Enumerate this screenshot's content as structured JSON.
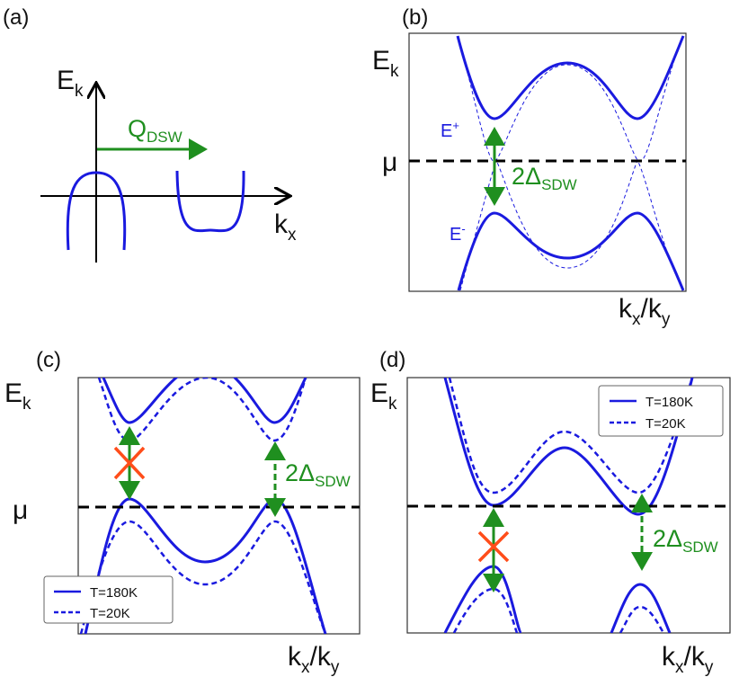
{
  "panels": {
    "a": {
      "label": "(a)",
      "y_axis": "E",
      "y_axis_sub": "k",
      "x_axis": "k",
      "x_axis_sub": "x",
      "vector": "Q",
      "vector_sub": "DSW"
    },
    "b": {
      "label": "(b)",
      "y_axis": "E",
      "y_axis_sub": "k",
      "chem_potential": "μ",
      "upper_band": "E",
      "upper_band_sup": "+",
      "lower_band": "E",
      "lower_band_sup": "-",
      "gap_label": "2Δ",
      "gap_sub": "SDW",
      "x_axis": "k",
      "x_axis_sub1": "x",
      "x_axis_sep": "/k",
      "x_axis_sub2": "y"
    },
    "c": {
      "label": "(c)",
      "y_axis": "E",
      "y_axis_sub": "k",
      "chem_potential": "μ",
      "gap_label": "2Δ",
      "gap_sub": "SDW",
      "legend": [
        "T=180K",
        "T=20K"
      ],
      "x_axis": "k",
      "x_axis_sub1": "x",
      "x_axis_sep": "/k",
      "x_axis_sub2": "y"
    },
    "d": {
      "label": "(d)",
      "y_axis": "E",
      "y_axis_sub": "k",
      "gap_label": "2Δ",
      "gap_sub": "SDW",
      "legend": [
        "T=180K",
        "T=20K"
      ],
      "x_axis": "k",
      "x_axis_sub1": "x",
      "x_axis_sep": "/k",
      "x_axis_sub2": "y"
    }
  },
  "colors": {
    "band": "#1a1adf",
    "gap_arrow": "#1f8f1f",
    "cross": "#ff4d1a",
    "fermi_level": "#000000"
  }
}
